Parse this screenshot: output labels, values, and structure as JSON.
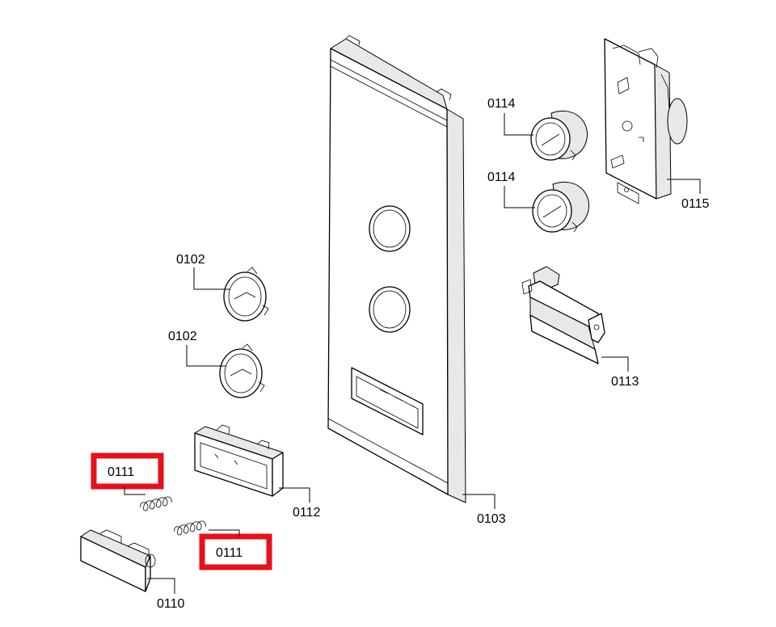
{
  "parts": {
    "p0102_a": "0102",
    "p0102_b": "0102",
    "p0103": "0103",
    "p0110": "0110",
    "p0111_a": "0111",
    "p0111_b": "0111",
    "p0112": "0112",
    "p0113": "0113",
    "p0114_a": "0114",
    "p0114_b": "0114",
    "p0115": "0115"
  },
  "highlight_color": "#e8101a"
}
